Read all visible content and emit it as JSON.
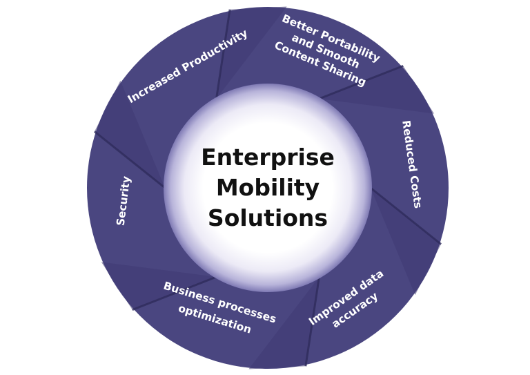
{
  "diagram": {
    "center_lines": [
      "Enterprise",
      "Mobility",
      "Solutions"
    ],
    "segments": [
      {
        "id": "increased-productivity",
        "lines": [
          "Increased Productivity"
        ]
      },
      {
        "id": "better-portability",
        "lines": [
          "Better Portability",
          "and Smooth",
          "Content Sharing"
        ]
      },
      {
        "id": "reduced-costs",
        "lines": [
          "Reduced Costs"
        ]
      },
      {
        "id": "improved-data-accuracy",
        "lines": [
          "Improved data",
          "accuracy"
        ]
      },
      {
        "id": "business-processes",
        "lines": [
          "Business processes",
          "optimization"
        ]
      },
      {
        "id": "security",
        "lines": [
          "Security"
        ]
      }
    ],
    "colors": {
      "ring": "#4a4680",
      "ring_shade": "#3f3b72",
      "divider_shadow": "#2f2c5c",
      "text": "#ffffff",
      "center_text": "#111111",
      "center_glow": "#7f7ab4"
    }
  }
}
